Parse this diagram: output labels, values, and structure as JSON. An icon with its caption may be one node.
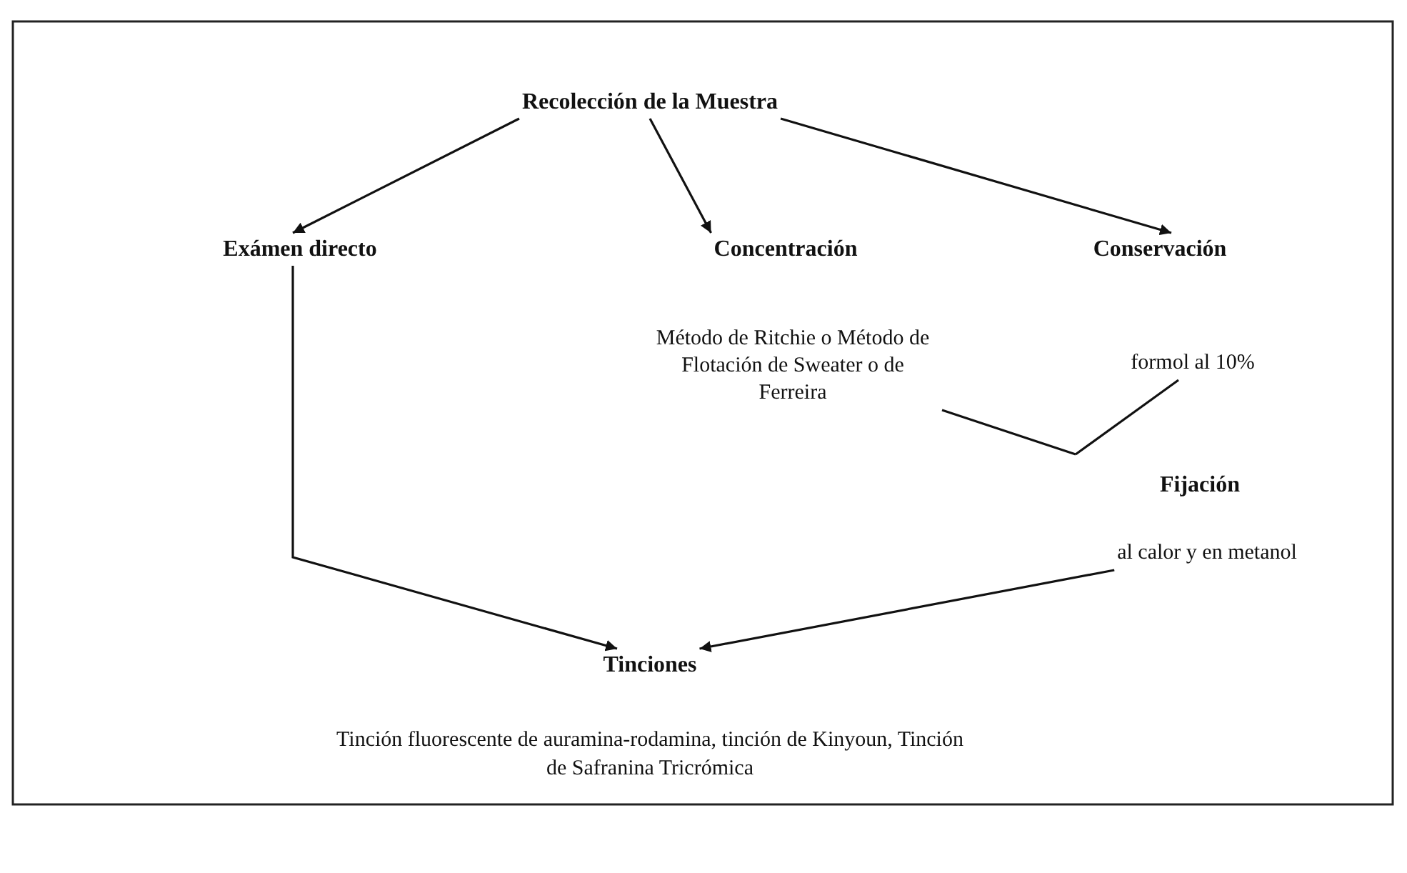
{
  "diagram": {
    "nodes": [
      {
        "text": [
          "Recolección de la Muestra"
        ]
      },
      {
        "text": [
          "Exámen directo"
        ]
      },
      {
        "text": [
          "Concentración"
        ]
      },
      {
        "text": [
          "Conservación"
        ]
      },
      {
        "text": [
          "Método de Ritchie o Método de Flotación de Sweater o de Ferreira"
        ]
      },
      {
        "text": [
          "formol al 10%"
        ]
      },
      {
        "text": [
          "Fijación"
        ]
      },
      {
        "text": [
          "al calor y en metanol"
        ]
      },
      {
        "text": [
          "Tinciones"
        ]
      }
    ],
    "edges": [
      {
        "from": 0,
        "to": 1,
        "arrow": "to"
      },
      {
        "from": 0,
        "to": 2,
        "arrow": "to"
      },
      {
        "from": 0,
        "to": 3,
        "arrow": "to"
      },
      {
        "from": 4,
        "to": 6,
        "arrow": "none"
      },
      {
        "from": 5,
        "to": 6,
        "arrow": "none"
      },
      {
        "from": 1,
        "to": 8,
        "arrow": "to"
      },
      {
        "from": 7,
        "to": 8,
        "arrow": "to"
      }
    ],
    "labels": [
      "Tinción fluorescente de auramina-rodamina, tinción de Kinyoun, Tinción de Safranina Tricrómica"
    ]
  }
}
